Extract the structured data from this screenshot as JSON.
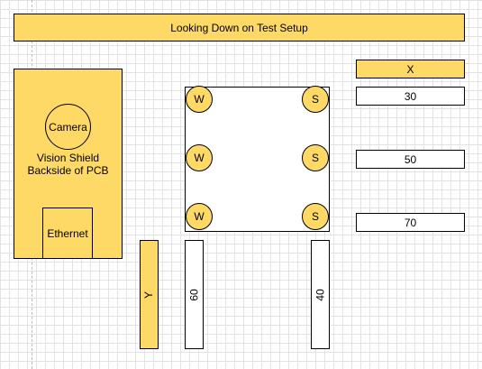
{
  "title": "Looking Down on Test Setup",
  "pcb": {
    "camera": "Camera",
    "line1": "Vision Shield",
    "line2": "Backside of PCB",
    "ethernet": "Ethernet"
  },
  "sensors": {
    "left": [
      "W",
      "W",
      "W"
    ],
    "right": [
      "S",
      "S",
      "S"
    ]
  },
  "x_axis": {
    "label": "X",
    "values": [
      "30",
      "50",
      "70"
    ]
  },
  "y_axis": {
    "label": "Y",
    "values": [
      "60",
      "40"
    ]
  },
  "colors": {
    "fill": "#ffd966",
    "stroke": "#000000",
    "grid": "#e3e3e3"
  }
}
